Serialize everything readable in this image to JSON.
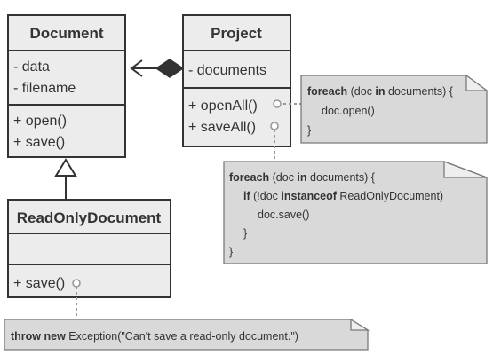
{
  "classes": {
    "document": {
      "name": "Document",
      "fields": [
        "- data",
        "- filename"
      ],
      "methods": [
        "+ open()",
        "+ save()"
      ]
    },
    "project": {
      "name": "Project",
      "fields": [
        "- documents"
      ],
      "methods": [
        "+ openAll()",
        "+ saveAll()"
      ]
    },
    "readonly": {
      "name": "ReadOnlyDocument",
      "fields": [],
      "methods": [
        "+ save()"
      ]
    }
  },
  "notes": {
    "openall": {
      "l1_kw1": "foreach",
      "l1_a": " (doc ",
      "l1_kw2": "in",
      "l1_b": " documents) {",
      "l2": "doc.open()",
      "l3": "}"
    },
    "saveall": {
      "l1_kw1": "foreach",
      "l1_a": " (doc ",
      "l1_kw2": "in",
      "l1_b": " documents) {",
      "l2_kw1": "if",
      "l2_a": " (!doc ",
      "l2_kw2": "instanceof",
      "l2_b": " ReadOnlyDocument)",
      "l3": "doc.save()",
      "l4": "}",
      "l5": "}"
    },
    "save": {
      "kw1": "throw",
      "kw2": "new",
      "rest": " Exception(\"Can't save a read-only document.\")"
    }
  }
}
